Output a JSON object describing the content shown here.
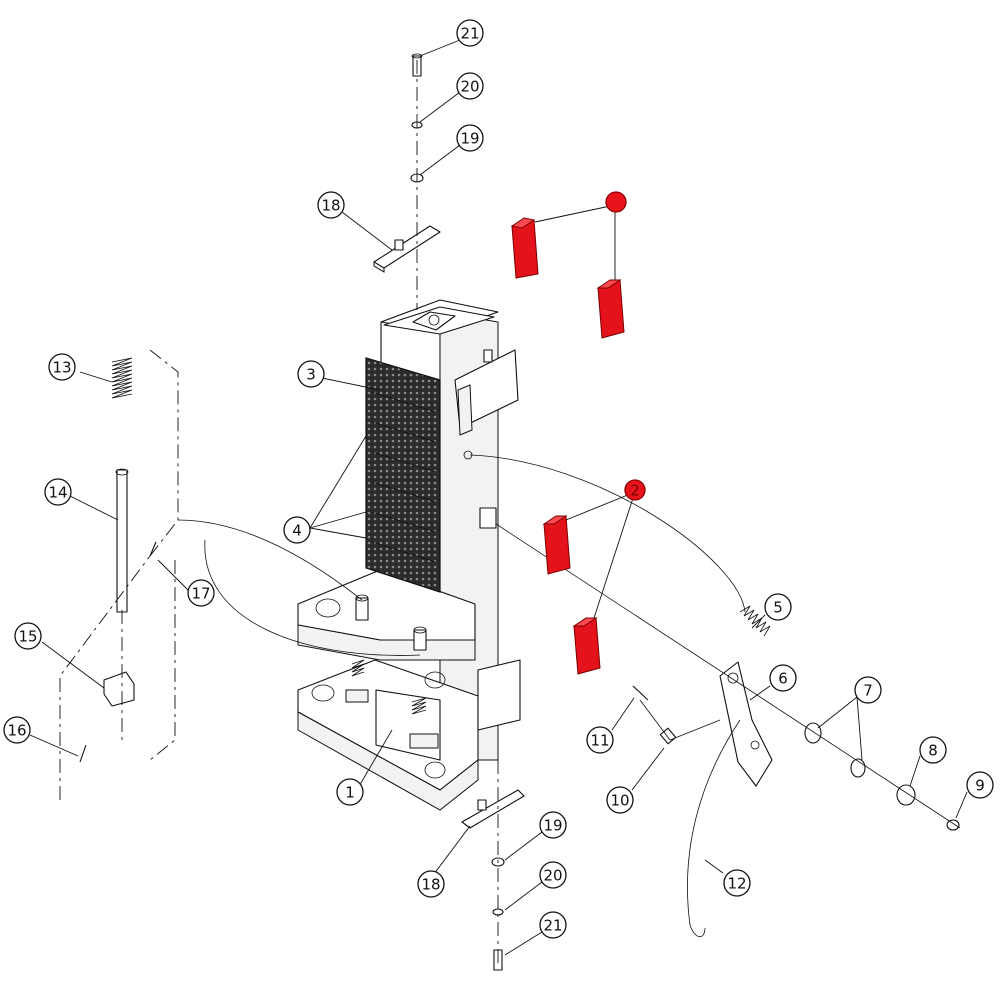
{
  "callouts": [
    {
      "id": "c21a",
      "label": "21"
    },
    {
      "id": "c20a",
      "label": "20"
    },
    {
      "id": "c19a",
      "label": "19"
    },
    {
      "id": "c18a",
      "label": "18"
    },
    {
      "id": "c13",
      "label": "13"
    },
    {
      "id": "c14",
      "label": "14"
    },
    {
      "id": "c3",
      "label": "3"
    },
    {
      "id": "c4",
      "label": "4"
    },
    {
      "id": "c17",
      "label": "17"
    },
    {
      "id": "c15",
      "label": "15"
    },
    {
      "id": "c16",
      "label": "16"
    },
    {
      "id": "c1",
      "label": "1"
    },
    {
      "id": "c5",
      "label": "5"
    },
    {
      "id": "c6",
      "label": "6"
    },
    {
      "id": "c7",
      "label": "7"
    },
    {
      "id": "c8",
      "label": "8"
    },
    {
      "id": "c9",
      "label": "9"
    },
    {
      "id": "c11",
      "label": "11"
    },
    {
      "id": "c10",
      "label": "10"
    },
    {
      "id": "c12",
      "label": "12"
    },
    {
      "id": "c19b",
      "label": "19"
    },
    {
      "id": "c20b",
      "label": "20"
    },
    {
      "id": "c21b",
      "label": "21"
    },
    {
      "id": "c18b",
      "label": "18"
    },
    {
      "id": "c2",
      "label": "2"
    },
    {
      "id": "cRedTop",
      "label": ""
    }
  ],
  "colors": {
    "line": "#111111",
    "highlight": "#e3121b",
    "background": "#ffffff"
  }
}
